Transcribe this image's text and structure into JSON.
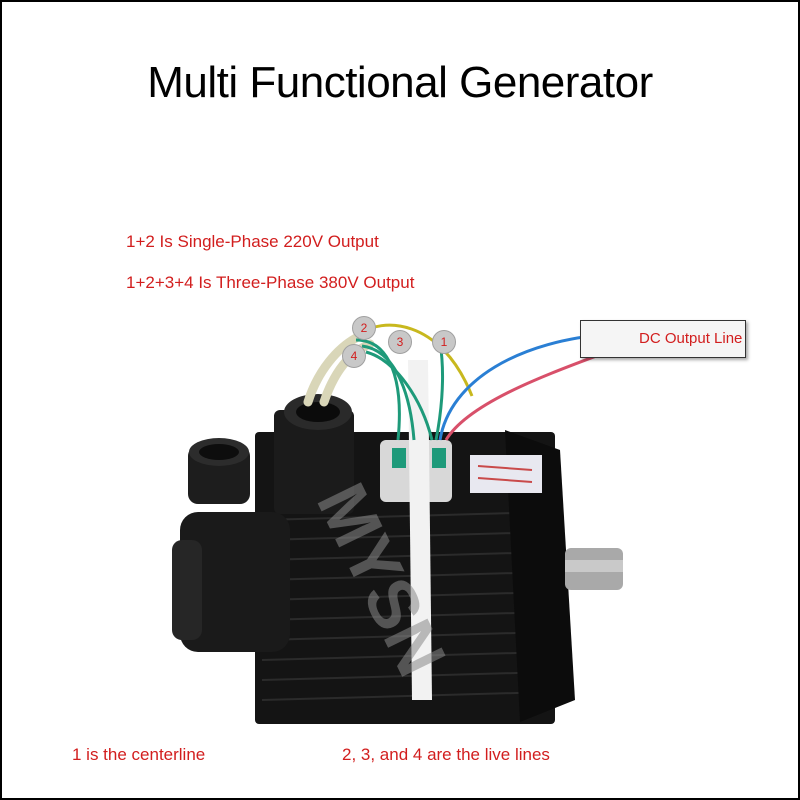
{
  "title": "Multi Functional Generator",
  "lines": {
    "single_phase": "1+2 Is Single-Phase 220V Output",
    "three_phase": "1+2+3+4 Is Three-Phase 380V Output"
  },
  "dc_label": "DC Output Line",
  "badges": {
    "b1": "1",
    "b2": "2",
    "b3": "3",
    "b4": "4"
  },
  "footer": {
    "centerline": "1 is the centerline",
    "live": "2, 3, and 4 are the live lines"
  },
  "watermark": "MYSN",
  "colors": {
    "label_red": "#d21e1e",
    "wire_blue": "#2a7fd4",
    "wire_red": "#d8506a",
    "wire_green": "#1e9a7a",
    "wire_yellow": "#c8b81e",
    "motor_body": "#141414"
  }
}
